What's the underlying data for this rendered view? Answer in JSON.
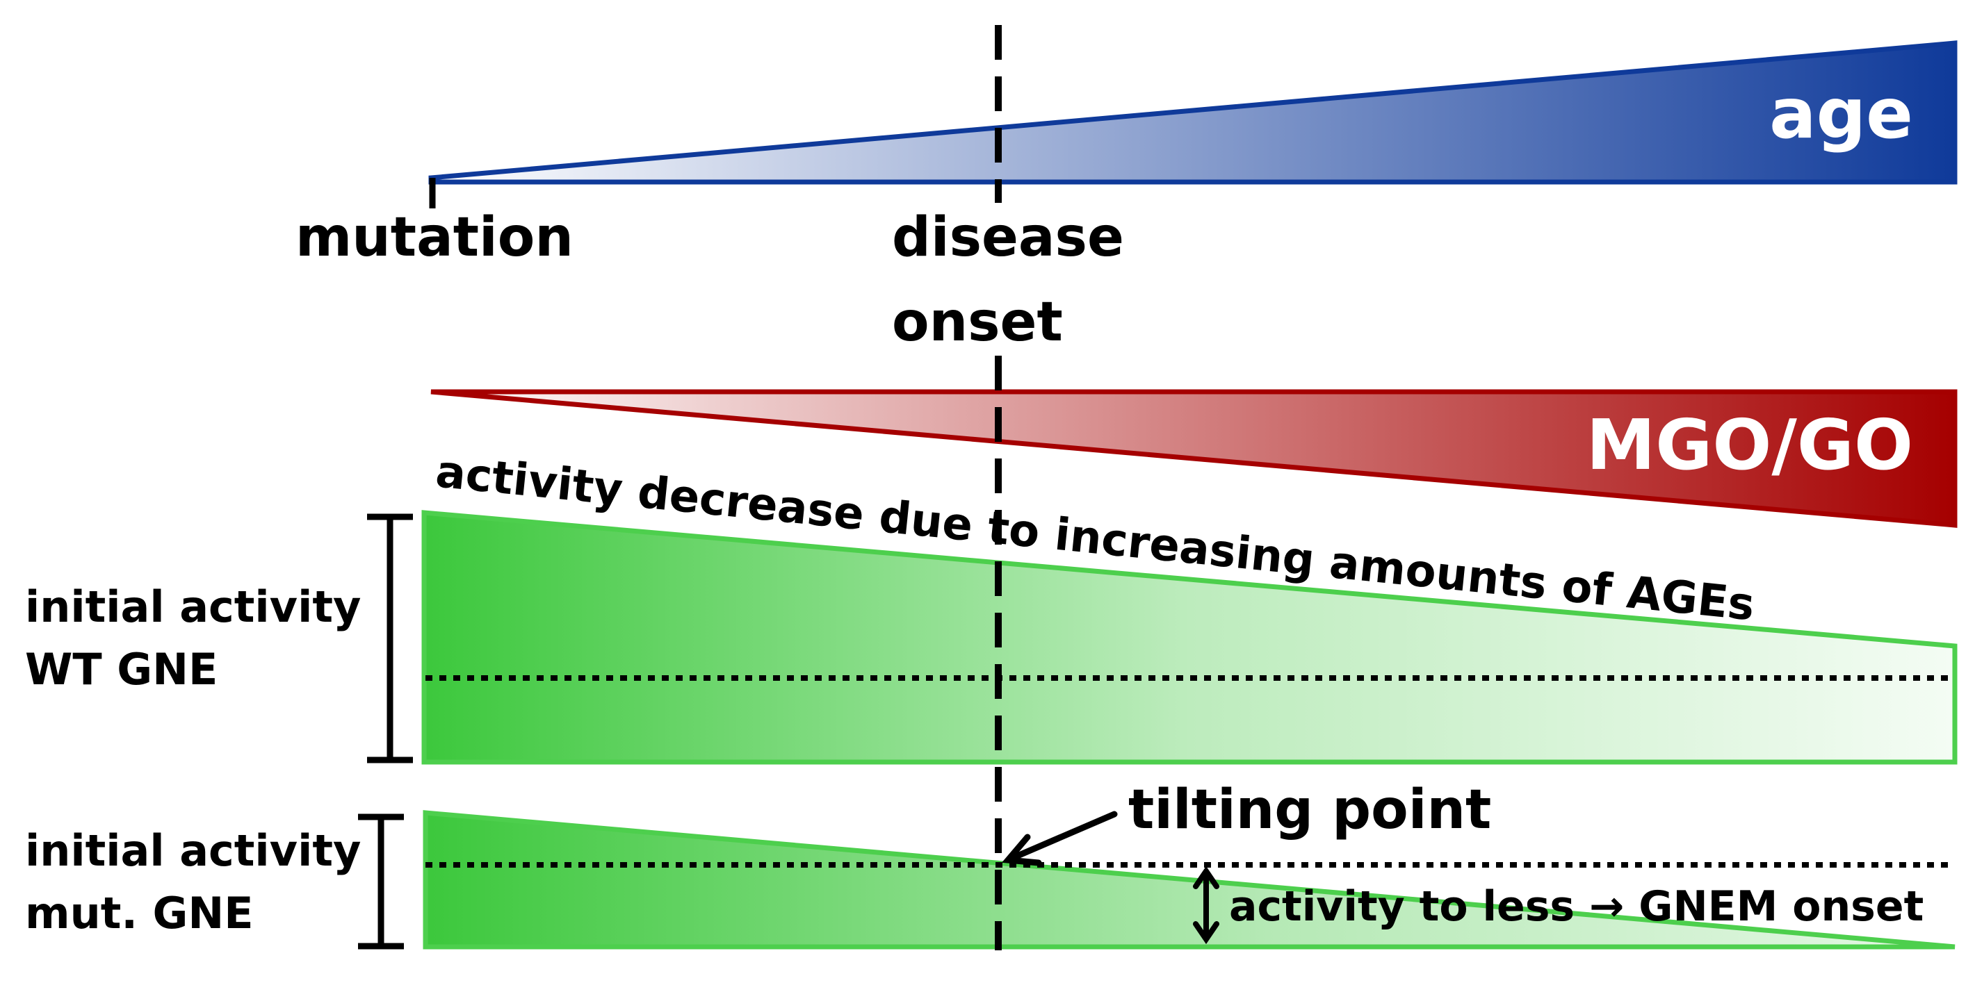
{
  "labels": {
    "age": "age",
    "mutation": "mutation",
    "disease_line1": "disease",
    "disease_line2": "onset",
    "mgo_go": "MGO/GO",
    "activity_decrease": "activity decrease due to increasing amounts of AGEs",
    "wt_line1": "initial activity",
    "wt_line2": "WT GNE",
    "mut_line1": "initial activity",
    "mut_line2": "mut. GNE",
    "tilting_point": "tilting point",
    "gnem_onset": "activity to less → GNEM onset"
  },
  "colors": {
    "age_dark": "#0f3a9a",
    "age_light": "#ffffff",
    "mgo_dark": "#a50000",
    "mgo_light": "#ffffff",
    "green_dark": "#3cc83c",
    "green_light": "#f4fcf4",
    "green_stroke": "#4dcf4d",
    "ink": "#000000",
    "white_text": "#ffffff"
  }
}
